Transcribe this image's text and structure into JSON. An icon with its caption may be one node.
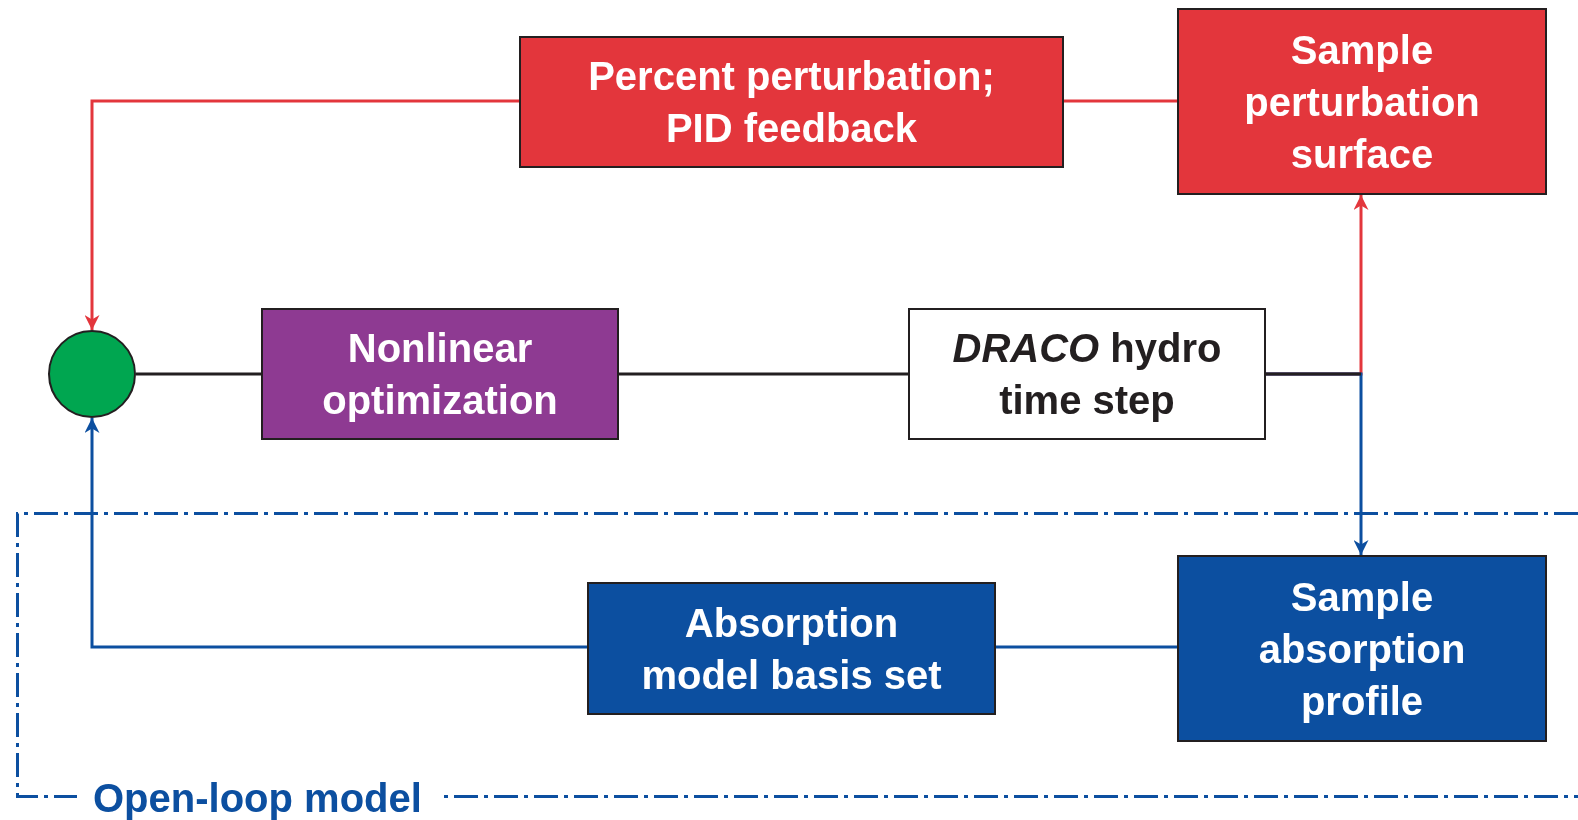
{
  "diagram": {
    "nodes": [
      {
        "text": [],
        "shape": "circle"
      },
      {
        "text": [
          "Percent perturbation; PID feedback"
        ]
      },
      {
        "text": [
          "Sample perturbation surface"
        ]
      },
      {
        "text": [
          "Nonlinear optimization"
        ]
      },
      {
        "text": [
          "*DRACO* hydro time step"
        ]
      },
      {
        "text": [
          "Open-loop model"
        ]
      },
      {
        "text": [
          "Absorption model basis set"
        ],
        "in": 5
      },
      {
        "text": [
          "Sample absorption profile"
        ],
        "in": 5
      }
    ],
    "edges": [
      {
        "from": 0,
        "to": 3,
        "arrow": "none",
        "color": "#231f20"
      },
      {
        "from": 3,
        "to": 4,
        "arrow": "none",
        "color": "#231f20"
      },
      {
        "from": 4,
        "to": 2,
        "arrow": "to",
        "color": "#e3363c"
      },
      {
        "from": 4,
        "to": 7,
        "arrow": "to",
        "color": "#0c4fa0"
      },
      {
        "from": 2,
        "to": 1,
        "arrow": "none",
        "color": "#e3363c"
      },
      {
        "from": 1,
        "to": 0,
        "arrow": "to",
        "color": "#e3363c"
      },
      {
        "from": 7,
        "to": 6,
        "arrow": "none",
        "color": "#0c4fa0"
      },
      {
        "from": 6,
        "to": 0,
        "arrow": "to",
        "color": "#0c4fa0"
      }
    ]
  }
}
